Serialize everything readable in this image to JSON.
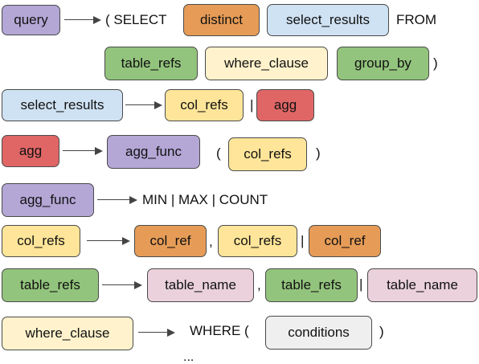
{
  "colors": {
    "purple": "#b4a7d6",
    "orange": "#e69c57",
    "blue": "#cfe2f3",
    "green": "#93c47d",
    "cream": "#fff2cc",
    "pink": "#ead1dc",
    "red": "#e06666",
    "yellow": "#ffe599",
    "grey": "#efefef"
  },
  "rules": {
    "query": {
      "lhs": "query",
      "open": "( SELECT",
      "distinct": "distinct",
      "select_results": "select_results",
      "from": "FROM",
      "table_refs": "table_refs",
      "where_clause": "where_clause",
      "group_by": "group_by",
      "close": ")"
    },
    "select_results": {
      "lhs": "select_results",
      "col_refs": "col_refs",
      "bar": "|",
      "agg": "agg"
    },
    "agg": {
      "lhs": "agg",
      "agg_func": "agg_func",
      "open": "(",
      "col_refs": "col_refs",
      "close": ")"
    },
    "agg_func": {
      "lhs": "agg_func",
      "rhs": "MIN | MAX | COUNT"
    },
    "col_refs": {
      "lhs": "col_refs",
      "col_ref_1": "col_ref",
      "comma": ",",
      "col_refs": "col_refs",
      "bar": "|",
      "col_ref_2": "col_ref"
    },
    "table_refs": {
      "lhs": "table_refs",
      "table_name_1": "table_name",
      "comma": ",",
      "table_refs": "table_refs",
      "bar": "|",
      "table_name_2": "table_name"
    },
    "where_clause": {
      "lhs": "where_clause",
      "open": "WHERE (",
      "conditions": "conditions",
      "close": ")"
    },
    "more": "..."
  }
}
